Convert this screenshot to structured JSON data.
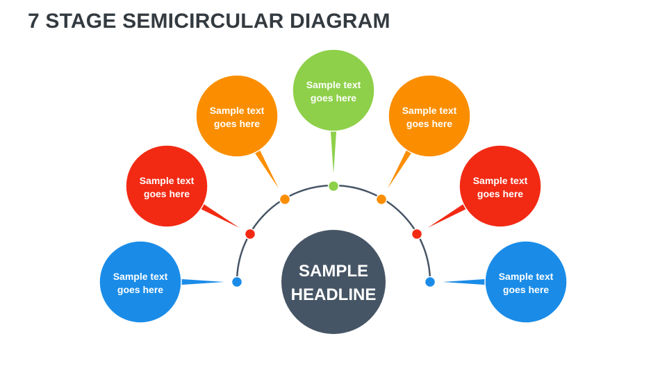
{
  "slide": {
    "title": "7 STAGE SEMICIRCULAR DIAGRAM"
  },
  "center": {
    "line1": "SAMPLE",
    "line2": "HEADLINE",
    "color": "#465565"
  },
  "arc_color": "#465565",
  "stages": [
    {
      "line1": "Sample text",
      "line2": "goes here",
      "color": "#1a8ce8",
      "side": "left"
    },
    {
      "line1": "Sample text",
      "line2": "goes here",
      "color": "#f22a14",
      "side": "left"
    },
    {
      "line1": "Sample text",
      "line2": "goes here",
      "color": "#fb8e00",
      "side": "left"
    },
    {
      "line1": "Sample text",
      "line2": "goes here",
      "color": "#8ed04a",
      "side": "top"
    },
    {
      "line1": "Sample text",
      "line2": "goes here",
      "color": "#fb8e00",
      "side": "right"
    },
    {
      "line1": "Sample text",
      "line2": "goes here",
      "color": "#f22a14",
      "side": "right"
    },
    {
      "line1": "Sample text",
      "line2": "goes here",
      "color": "#1a8ce8",
      "side": "right"
    }
  ]
}
